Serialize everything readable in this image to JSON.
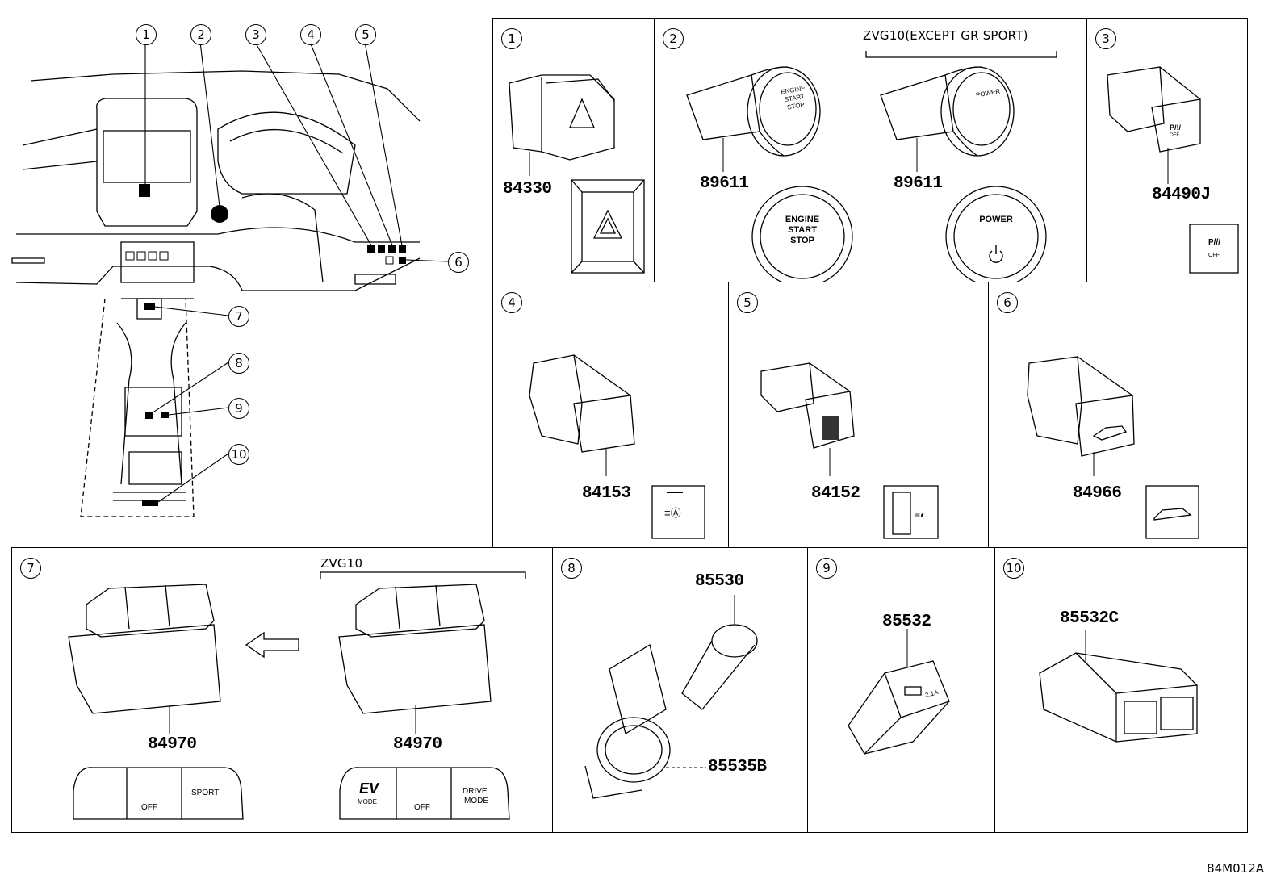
{
  "overview": {
    "callouts": [
      "1",
      "2",
      "3",
      "4",
      "5",
      "6",
      "7",
      "8",
      "9",
      "10"
    ]
  },
  "panels": [
    {
      "id": "1",
      "parts": [
        "84330"
      ]
    },
    {
      "id": "2",
      "variant_note": "ZVG10(EXCEPT GR SPORT)",
      "parts": [
        "89611",
        "89611"
      ],
      "button_standard": [
        "ENGINE",
        "START",
        "STOP"
      ],
      "button_variant": [
        "POWER"
      ],
      "small_button_standard": [
        "ENGINE",
        "START",
        "STOP"
      ],
      "small_button_variant": [
        "POWER"
      ]
    },
    {
      "id": "3",
      "parts": [
        "84490J"
      ],
      "switch_label": "OFF"
    },
    {
      "id": "4",
      "parts": [
        "84153"
      ]
    },
    {
      "id": "5",
      "parts": [
        "84152"
      ]
    },
    {
      "id": "6",
      "parts": [
        "84966"
      ]
    },
    {
      "id": "7",
      "variant_note": "ZVG10",
      "parts": [
        "84970",
        "84970"
      ],
      "face_standard": [
        "OFF",
        "SPORT"
      ],
      "face_variant": [
        "EV",
        "MODE",
        "OFF",
        "DRIVE",
        "MODE"
      ]
    },
    {
      "id": "8",
      "parts": [
        "85530",
        "85535B"
      ]
    },
    {
      "id": "9",
      "parts": [
        "85532"
      ],
      "usb_label": "2.1A"
    },
    {
      "id": "10",
      "parts": [
        "85532C"
      ]
    }
  ],
  "illustration_code": "84M012A",
  "icons": [
    "hazard-switch-icon",
    "start-stop-button-icon",
    "parking-sensor-off-icon",
    "headlamp-auto-icon",
    "headlamp-leveling-icon",
    "rear-hatch-icon",
    "drive-mode-switch-icon",
    "power-outlet-icon",
    "usb-port-icon",
    "usb-charger-icon"
  ]
}
